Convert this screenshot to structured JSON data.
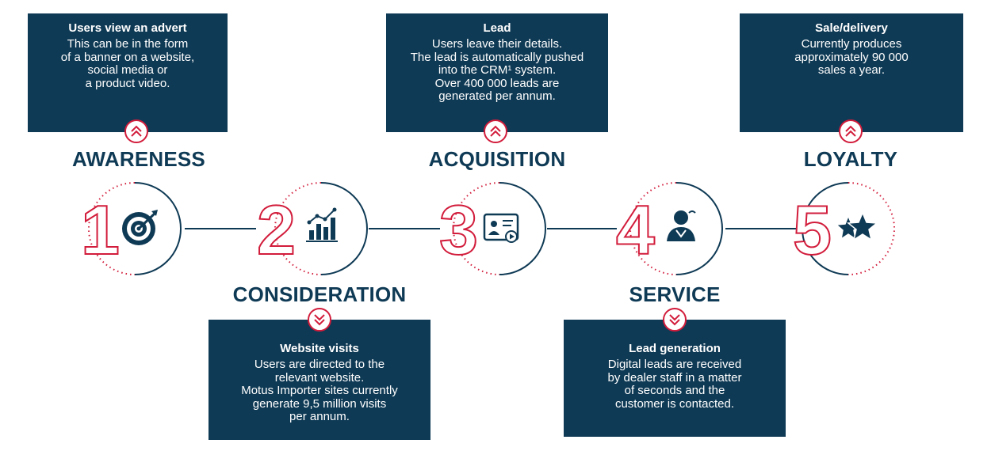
{
  "colors": {
    "navy": "#0f3a55",
    "accent": "#d21c3b"
  },
  "stages": [
    {
      "number": "1",
      "name": "AWARENESS",
      "icon": "target-icon",
      "box": {
        "title": "Users view an advert",
        "text": "This can be in the form\nof a banner on a website,\nsocial media or\na product video."
      }
    },
    {
      "number": "2",
      "name": "CONSIDERATION",
      "icon": "bar-chart-icon",
      "box": {
        "title": "Website visits",
        "text": "Users are directed to the\nrelevant website.\nMotus Importer sites currently\ngenerate 9,5 million visits\nper annum."
      }
    },
    {
      "number": "3",
      "name": "ACQUISITION",
      "icon": "video-presentation-icon",
      "box": {
        "title": "Lead",
        "text": "Users leave their details.\nThe lead is automatically pushed\ninto the CRM¹ system.\nOver 400 000 leads are\ngenerated per annum."
      }
    },
    {
      "number": "4",
      "name": "SERVICE",
      "icon": "customer-agent-icon",
      "box": {
        "title": "Lead generation",
        "text": "Digital leads are received\nby dealer staff in a matter\nof seconds and the\ncustomer is contacted."
      }
    },
    {
      "number": "5",
      "name": "LOYALTY",
      "icon": "stars-icon",
      "box": {
        "title": "Sale/delivery",
        "text": "Currently produces\napproximately 90 000\nsales a year."
      }
    }
  ]
}
